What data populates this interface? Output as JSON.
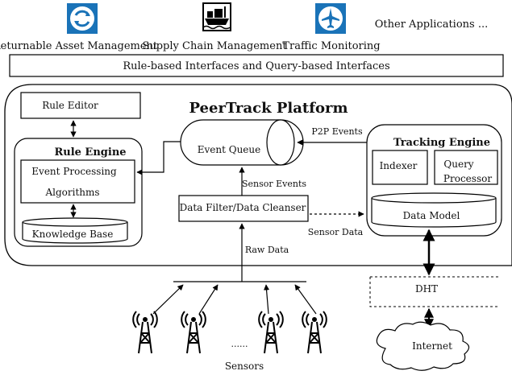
{
  "applications": [
    {
      "label": "Returnable Asset Management",
      "icon": "recycle-icon"
    },
    {
      "label": "Supply Chain Management",
      "icon": "cargo-ship-icon"
    },
    {
      "label": "Traffic Monitoring",
      "icon": "airplane-icon"
    },
    {
      "label": "Other Applications ...",
      "icon": ""
    }
  ],
  "interfaces_label": "Rule-based Interfaces and Query-based Interfaces",
  "platform": {
    "title": "PeerTrack Platform",
    "rule_editor": "Rule Editor",
    "rule_engine": {
      "title": "Rule Engine",
      "epa_line1": "Event Processing",
      "epa_line2": "Algorithms",
      "knowledge_base": "Knowledge Base"
    },
    "event_queue": "Event Queue",
    "data_filter": "Data Filter/Data Cleanser",
    "tracking_engine": {
      "title": "Tracking Engine",
      "indexer": "Indexer",
      "query_processor_line1": "Query",
      "query_processor_line2": "Processor",
      "data_model": "Data Model"
    }
  },
  "flows": {
    "p2p_events": "P2P Events",
    "sensor_events": "Sensor Events",
    "sensor_data": "Sensor Data",
    "raw_data": "Raw Data"
  },
  "dht": "DHT",
  "internet": "Internet",
  "sensors": {
    "label": "Sensors",
    "ellipsis": "......"
  },
  "colors": {
    "line": "#000000",
    "app_icon_blue": "#1a73b8"
  }
}
